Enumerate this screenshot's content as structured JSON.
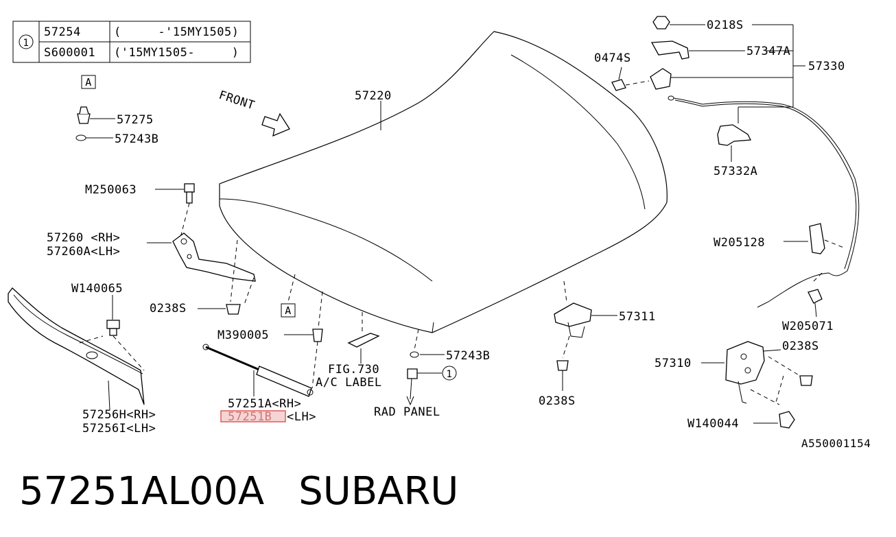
{
  "diagram": {
    "legend_table": {
      "key": "1",
      "rows": [
        {
          "part": "57254",
          "range": "(     -'15MY1505)"
        },
        {
          "part": "S600001",
          "range": "('15MY1505-     )"
        }
      ]
    },
    "callout_a": "A",
    "front_label": "FRONT",
    "labels": {
      "p57220": "57220",
      "p57275": "57275",
      "p57243B_top": "57243B",
      "pM250063": "M250063",
      "p57260": "57260 <RH>",
      "p57260A": "57260A<LH>",
      "pW140065": "W140065",
      "p0238S_left": "0238S",
      "pM390005": "M390005",
      "p57256H": "57256H<RH>",
      "p57256I": "57256I<LH>",
      "p57251A": "57251A<RH>",
      "p57251B": "57251B",
      "p57251B_side": "<LH>",
      "fig730": "FIG.730",
      "ac_label": "A/C LABEL",
      "p57243B_mid": "57243B",
      "rad_panel": "RAD PANEL",
      "p0218S": "0218S",
      "p0474S": "0474S",
      "p57347A": "57347A",
      "p57330": "57330",
      "p57332A": "57332A",
      "pW205128": "W205128",
      "p57311": "57311",
      "p0238S_mid": "0238S",
      "pW205071": "W205071",
      "p0238S_right": "0238S",
      "p57310": "57310",
      "pW140044": "W140044",
      "ref_code": "A550001154"
    },
    "highlight_color": "#e05a5a"
  },
  "footer": {
    "part_number": "57251AL00A",
    "brand": "SUBARU"
  }
}
